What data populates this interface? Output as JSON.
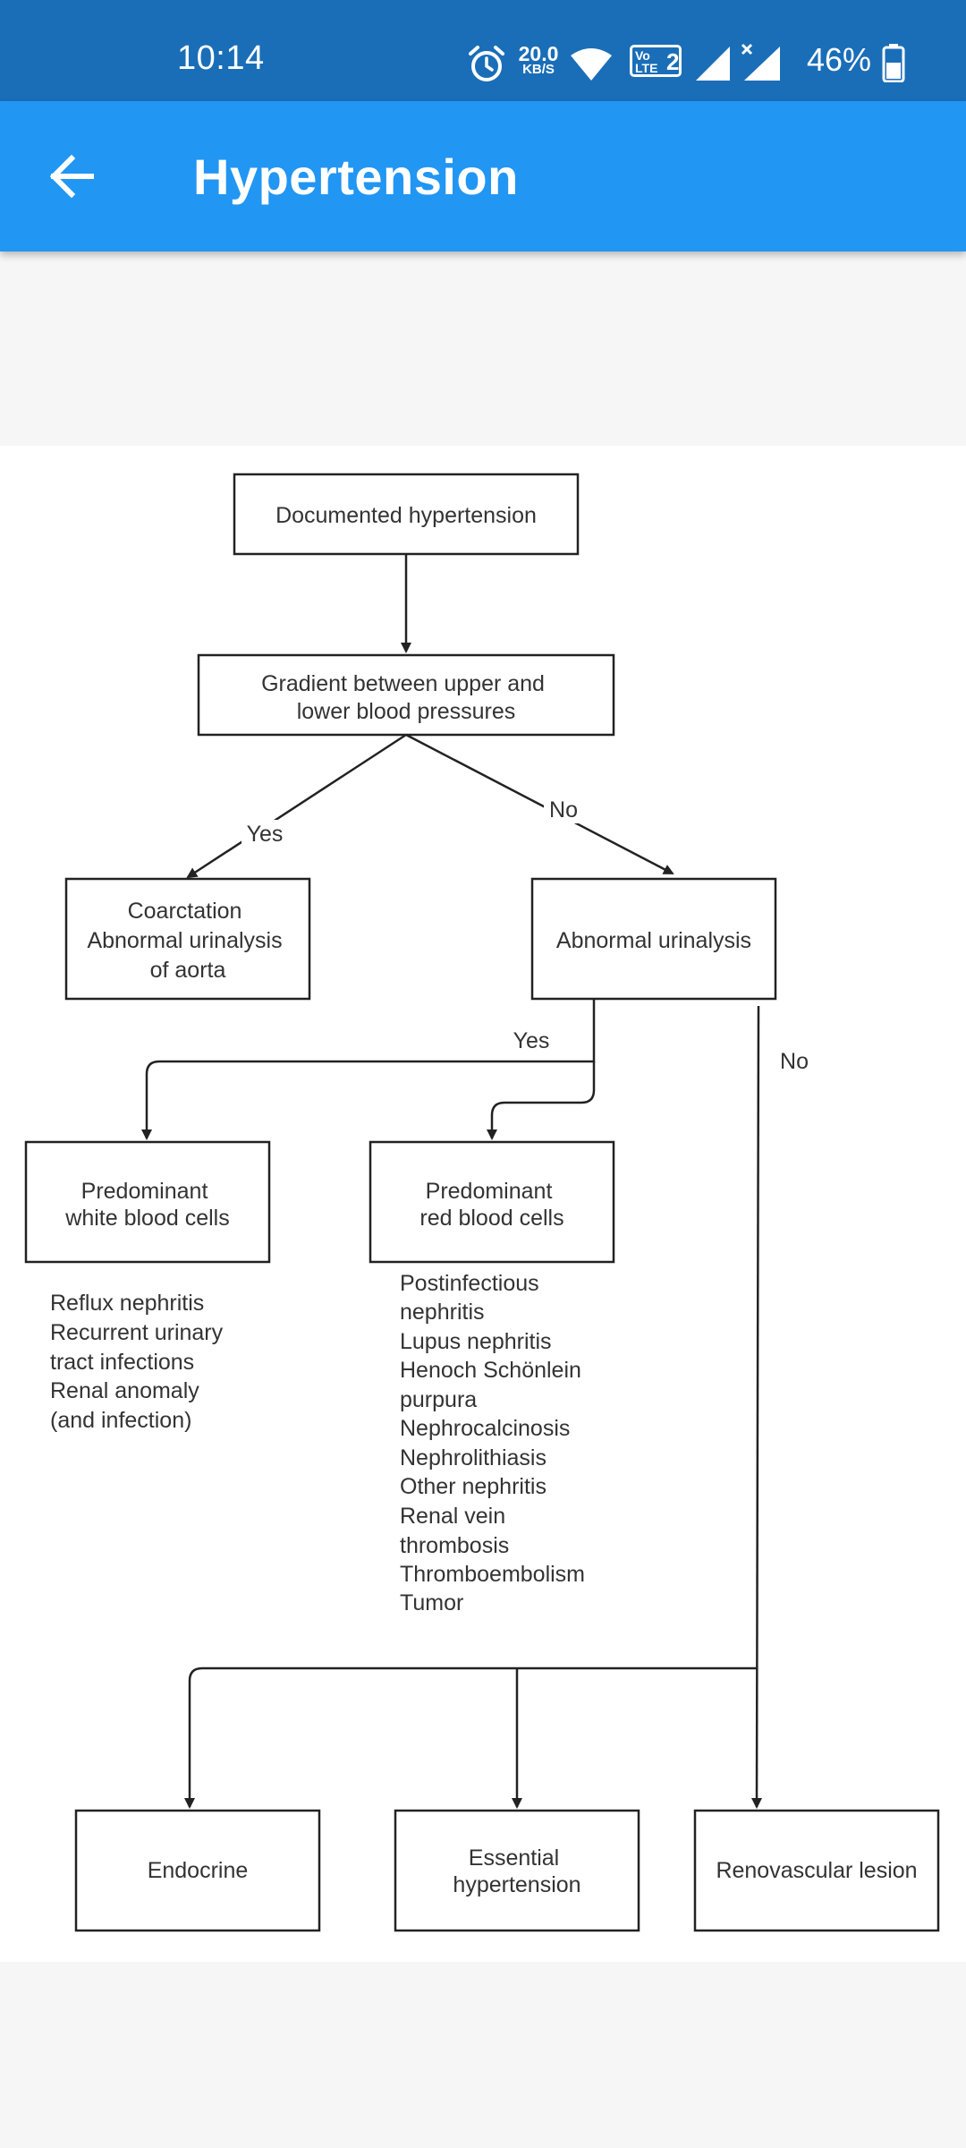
{
  "status_bar": {
    "time": "10:14",
    "net_speed_value": "20.0",
    "net_speed_unit": "KB/S",
    "volte_label": "Vo LTE",
    "volte_sim": "2",
    "battery_percent": "46%",
    "icons": [
      "alarm-icon",
      "wifi-icon",
      "volte-icon",
      "signal-icon",
      "signal-no-data-icon",
      "battery-icon"
    ]
  },
  "app_bar": {
    "back_icon": "arrow-left-icon",
    "title": "Hypertension"
  },
  "flowchart": {
    "nodes": {
      "documented": [
        "Documented hypertension"
      ],
      "gradient": [
        "Gradient between upper and",
        "lower blood pressures"
      ],
      "coarctation": [
        "Coarctation",
        "Abnormal urinalysis",
        "of aorta"
      ],
      "abnormal_urinalysis": [
        "Abnormal urinalysis"
      ],
      "wbc": [
        "Predominant",
        "white blood cells"
      ],
      "rbc": [
        "Predominant",
        "red blood cells"
      ],
      "endocrine": [
        "Endocrine"
      ],
      "essential": [
        "Essential",
        "hypertension"
      ],
      "renovascular": [
        "Renovascular lesion"
      ]
    },
    "edge_labels": {
      "gradient_yes": "Yes",
      "gradient_no": "No",
      "urinalysis_yes": "Yes",
      "urinalysis_no": "No"
    },
    "wbc_causes": [
      "Reflux nephritis",
      "Recurrent urinary",
      "tract infections",
      "Renal anomaly",
      "(and infection)"
    ],
    "rbc_causes": [
      "Postinfectious",
      "nephritis",
      "Lupus nephritis",
      "Henoch Schönlein",
      "purpura",
      "Nephrocalcinosis",
      "Nephrolithiasis",
      "Other nephritis",
      "Renal vein",
      "thrombosis",
      "Thromboembolism",
      "Tumor"
    ]
  }
}
